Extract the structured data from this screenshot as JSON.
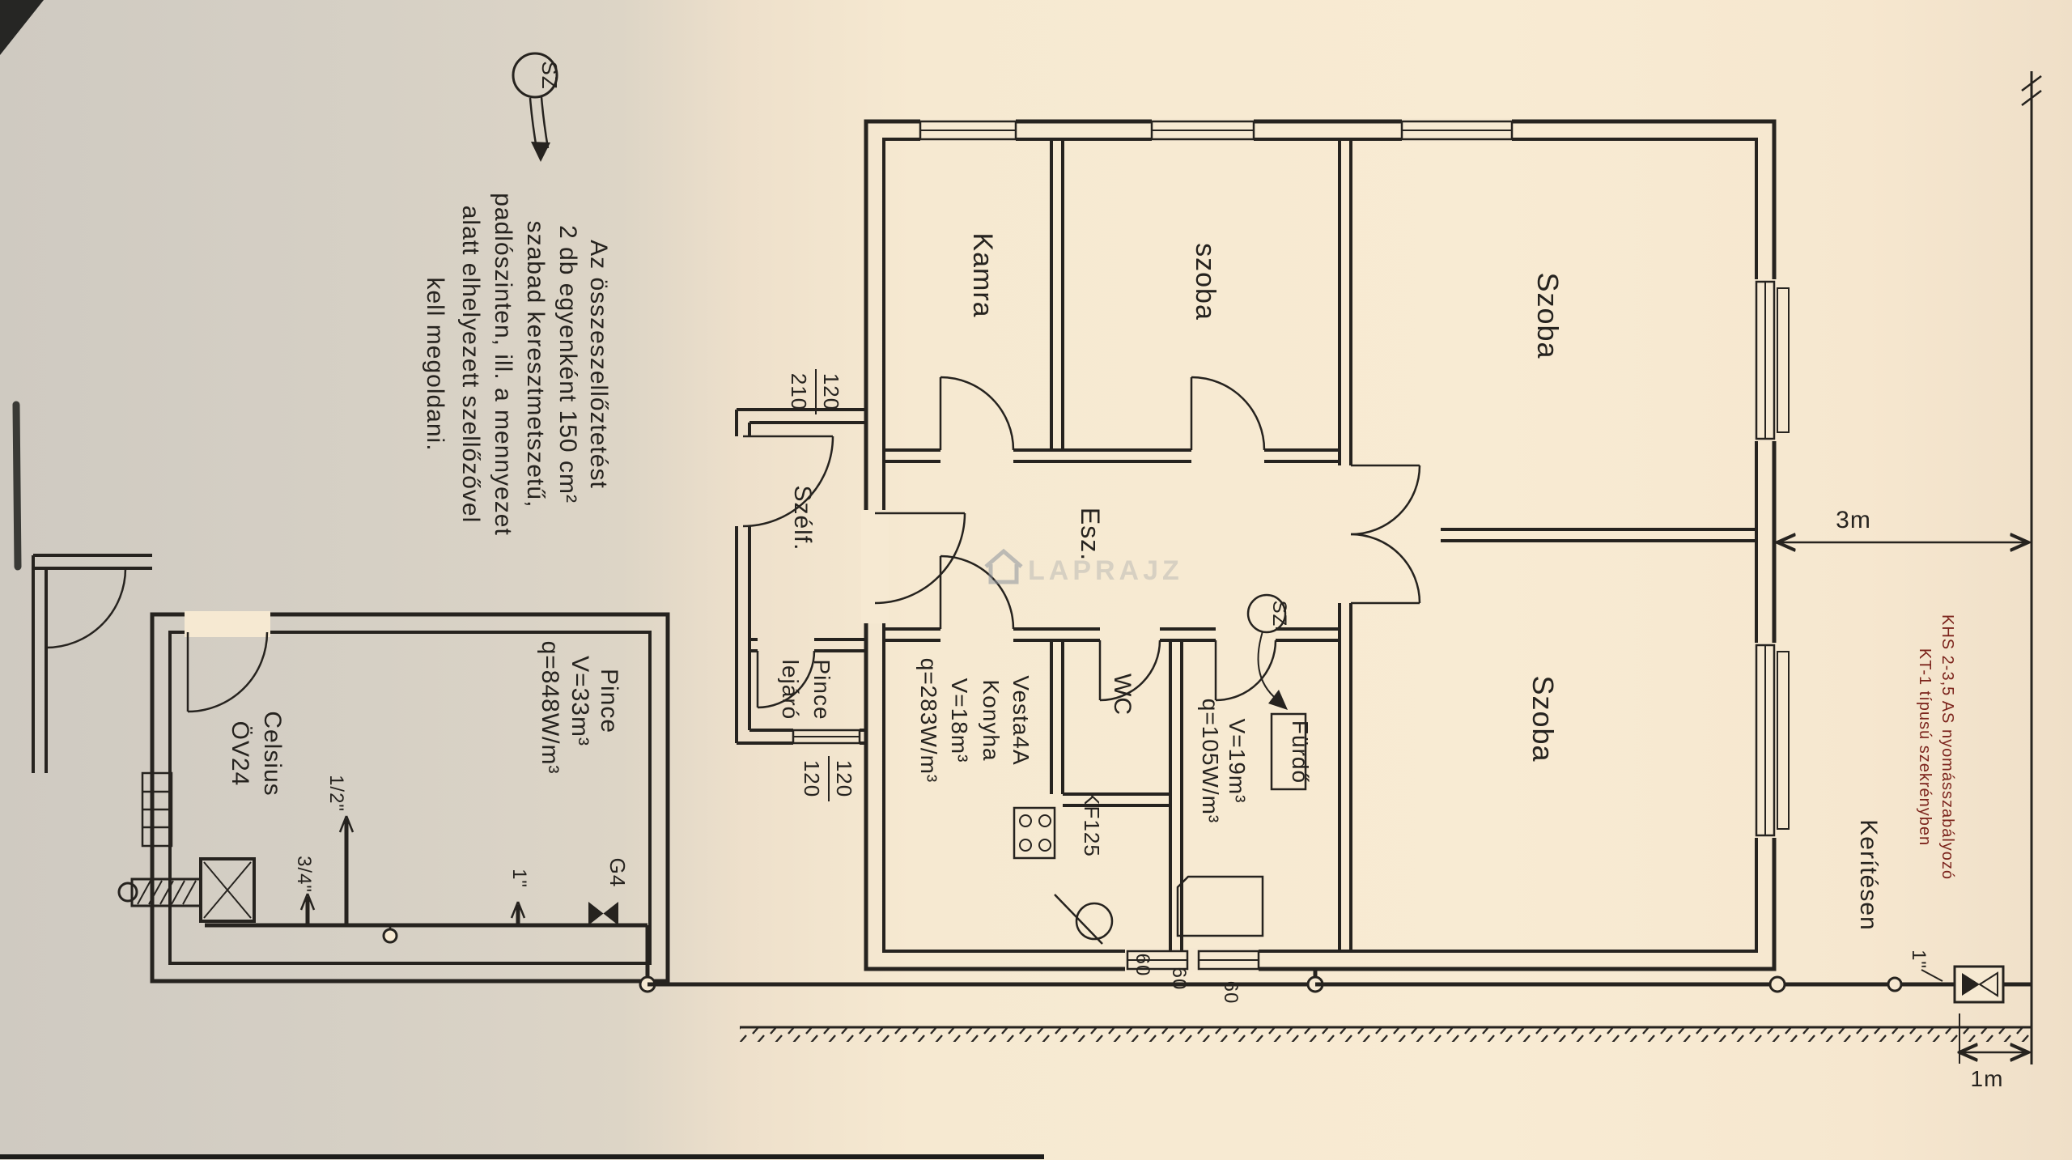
{
  "note": {
    "lines": [
      "Az összeszellőztetést",
      "2 db egyenként 150 cm²",
      "szabad keresztmetszetű,",
      "padlószinten, ill. a mennyezet",
      "alatt elhelyezett szellőzővel",
      "kell megoldani."
    ]
  },
  "symbols": {
    "sz1": "SZ",
    "sz2": "SZ"
  },
  "rooms": {
    "kamra": "Kamra",
    "szoba_small": "szoba",
    "szoba_top": "Szoba",
    "szoba_bottom": "Szoba",
    "esz": "Esz.",
    "szelf": "Szélf.",
    "pince_lejaro": {
      "line1": "Pince",
      "line2": "lejáró"
    },
    "konyha": {
      "lines": [
        "Vesta4A",
        "Konyha",
        "V=18m³",
        "q=283W/m³"
      ]
    },
    "wc": "WC",
    "furdo": {
      "box_label": "Fürdő",
      "lines": [
        "V=19m³",
        "q=105W/m³"
      ]
    },
    "kf": "KF125"
  },
  "basement": {
    "lines": [
      "Pince",
      "V=33m³",
      "q=848W/m³"
    ],
    "boiler": {
      "line1": "Celsius",
      "line2": "ÖV24"
    },
    "meter": "G4",
    "pipes": {
      "half": "1/2\"",
      "three_quarter": "3/4\"",
      "one": "1\""
    }
  },
  "dims": {
    "door": {
      "num": "120",
      "den": "210"
    },
    "window": {
      "num": "120",
      "den": "120"
    },
    "sixty": [
      "60",
      "60",
      "60"
    ],
    "three_m": "3m",
    "one_m": "1m"
  },
  "site": {
    "fence": "Kerítésen",
    "service_pipe": "1\"",
    "regulator": {
      "lines": [
        "KHS 2-3,5 AS nyomásszabályozó",
        "KT-1 típusú szekrényben"
      ]
    }
  },
  "watermark": {
    "text": "LAPRAJZ"
  },
  "colors": {
    "ink": "#26231f",
    "red_text": "#7c241c",
    "paper_left": "#d4cfc5",
    "paper_right": "#f6e9d2",
    "watermark": "#8e949e"
  }
}
